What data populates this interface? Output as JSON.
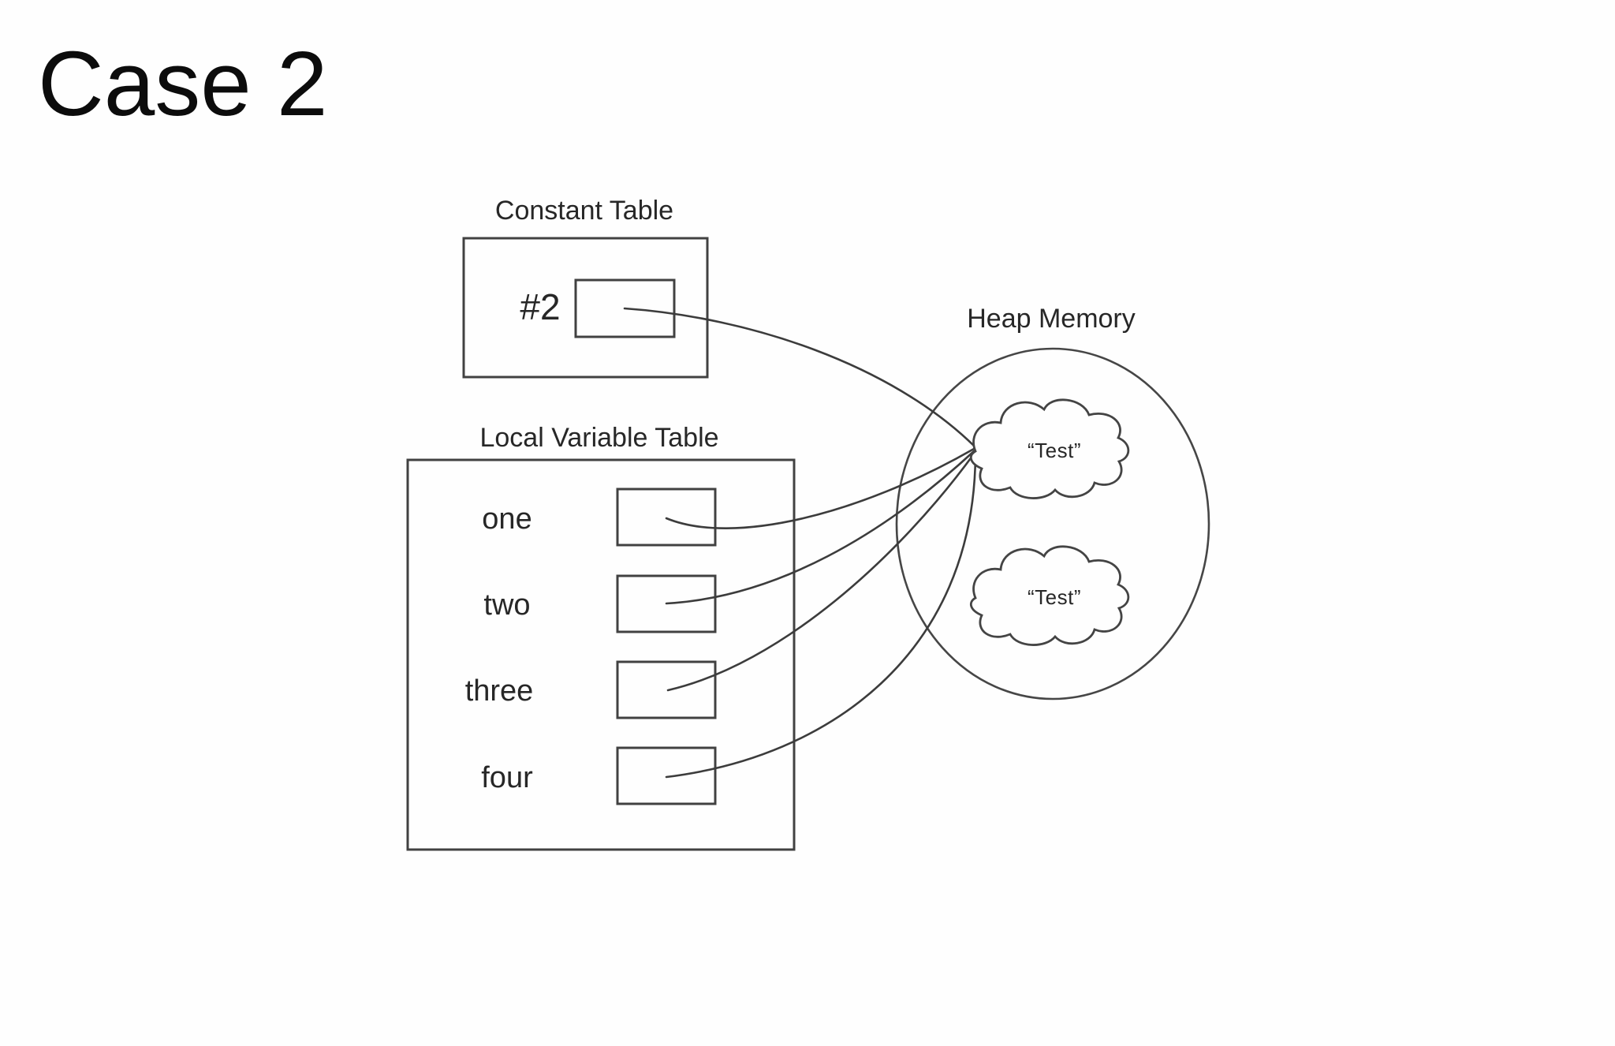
{
  "slide": {
    "title": "Case 2"
  },
  "constant_table": {
    "title": "Constant Table",
    "entries": [
      {
        "label": "#2"
      }
    ]
  },
  "local_variable_table": {
    "title": "Local Variable Table",
    "entries": [
      {
        "label": "one"
      },
      {
        "label": "two"
      },
      {
        "label": "three"
      },
      {
        "label": "four"
      }
    ]
  },
  "heap": {
    "title": "Heap Memory",
    "objects": [
      {
        "label": "“Test”"
      },
      {
        "label": "“Test”"
      }
    ]
  },
  "colors": {
    "background": "#fefefe",
    "ink": "#272727",
    "title_ink": "#0c0c0c",
    "line": "#3c3c3c"
  }
}
